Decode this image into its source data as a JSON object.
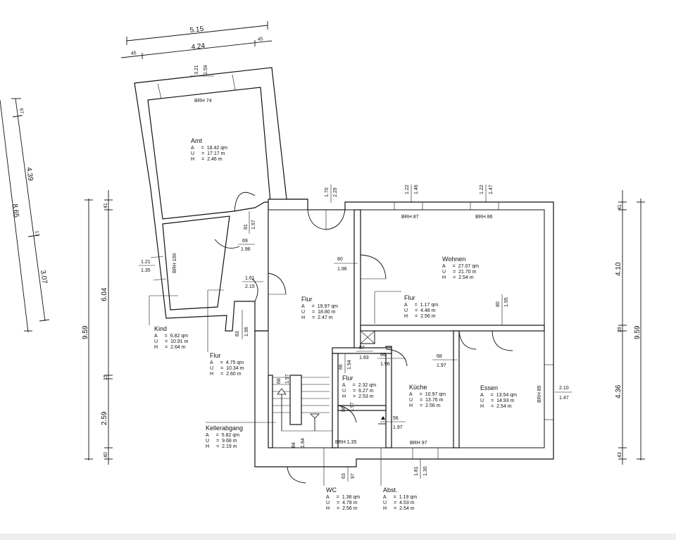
{
  "rooms": [
    {
      "id": "amt",
      "name": "Amt",
      "a": "18.42 qm",
      "u": "17.17 m",
      "h": "2.46 m"
    },
    {
      "id": "kind",
      "name": "Kind",
      "a": "6.82 qm",
      "u": "10.91 m",
      "h": "2.64 m"
    },
    {
      "id": "flur-small",
      "name": "Flur",
      "a": "4.75 qm",
      "u": "10.34 m",
      "h": "2.60 m"
    },
    {
      "id": "flur-main",
      "name": "Flur",
      "a": "19.97 qm",
      "u": "18.80 m",
      "h": "2.47 m"
    },
    {
      "id": "wohnen",
      "name": "Wohnen",
      "a": "27.07 qm",
      "u": "21.70 m",
      "h": "2.54 m"
    },
    {
      "id": "flur-mid",
      "name": "Flur",
      "a": "1.17 qm",
      "u": "4.48 m",
      "h": "2.56 m"
    },
    {
      "id": "flur-tiny",
      "name": "Flur",
      "a": "2.32 qm",
      "u": "6.27 m",
      "h": "2.53 m"
    },
    {
      "id": "kueche",
      "name": "Küche",
      "a": "10.97 qm",
      "u": "13.76 m",
      "h": "2.56 m"
    },
    {
      "id": "essen",
      "name": "Essen",
      "a": "13.54 qm",
      "u": "14.93 m",
      "h": "2.54 m"
    },
    {
      "id": "keller",
      "name": "Kellerabgang",
      "a": "5.82 qm",
      "u": "9.68 m",
      "h": "2.19 m"
    },
    {
      "id": "wc",
      "name": "WC",
      "a": "1.38 qm",
      "u": "4.78 m",
      "h": "2.56 m"
    },
    {
      "id": "abst",
      "name": "Abst.",
      "a": "1.19 qm",
      "u": "4.53 m",
      "h": "2.54 m"
    }
  ],
  "prefixes": {
    "a": "A",
    "u": "U",
    "h": "H",
    "eq": "="
  },
  "dims": {
    "top_overall": "5.15",
    "top_inner": "4.24",
    "top_left": "45",
    "top_right": "45",
    "left_tilt_67": "67",
    "left_tilt_439": "4.39",
    "left_tilt_865": "8.65",
    "left_tilt_17": "17",
    "left_tilt_307": "3.07",
    "left_41": "41",
    "left_604": "6.04",
    "left_959": "9.59",
    "left_15": "15",
    "left_259": "2.59",
    "left_40": "40",
    "right_41": "41",
    "right_410": "4.10",
    "right_29": "29",
    "right_959": "9.59",
    "right_436": "4.36",
    "right_43": "43"
  },
  "openings": {
    "w_amt_a": "3.21",
    "w_amt_b": "1.59",
    "brh_amt": "BRH 74",
    "d_81": "81",
    "d_197_a": "1.97",
    "d_69": "69",
    "d_196_a": "1.96",
    "w_kind_a": "1.21",
    "w_kind_b": "1.35",
    "brh_kind": "BRH 100",
    "d_161": "1.61",
    "d_215": "2.15",
    "d_83": "83",
    "d_196_b": "1.96",
    "d_170": "1.70",
    "d_229": "2.29",
    "d_80_a": "80",
    "d_196_c": "1.96",
    "w_122_a": "1.22",
    "w_146": "1.46",
    "brh_87": "BRH 87",
    "w_122_b": "1.22",
    "w_147_a": "1.47",
    "brh_86": "BRH 86",
    "d_80_b": "80",
    "d_195": "1.95",
    "d_87": "87",
    "d_193": "1.93",
    "d_66_a": "66",
    "d_196_d": "1.96",
    "d_68_a": "68",
    "d_197_b": "1.97",
    "d_66_b": "66",
    "d_194": "1.94",
    "d_68_b": "68",
    "d_197_c": "1.97",
    "d_56_a": "56",
    "d_197_d": "1.97",
    "d_56_b": "56",
    "d_197_e": "1.97",
    "brh_135": "BRH 1.35",
    "d_84": "84",
    "d_184": "1.84",
    "d_63": "63",
    "d_97": "97",
    "brh_97": "BRH 97",
    "w_181": "1.81",
    "w_130": "1.30",
    "brh_85": "BRH 85",
    "w_210": "2.10",
    "w_147_b": "1.47"
  }
}
